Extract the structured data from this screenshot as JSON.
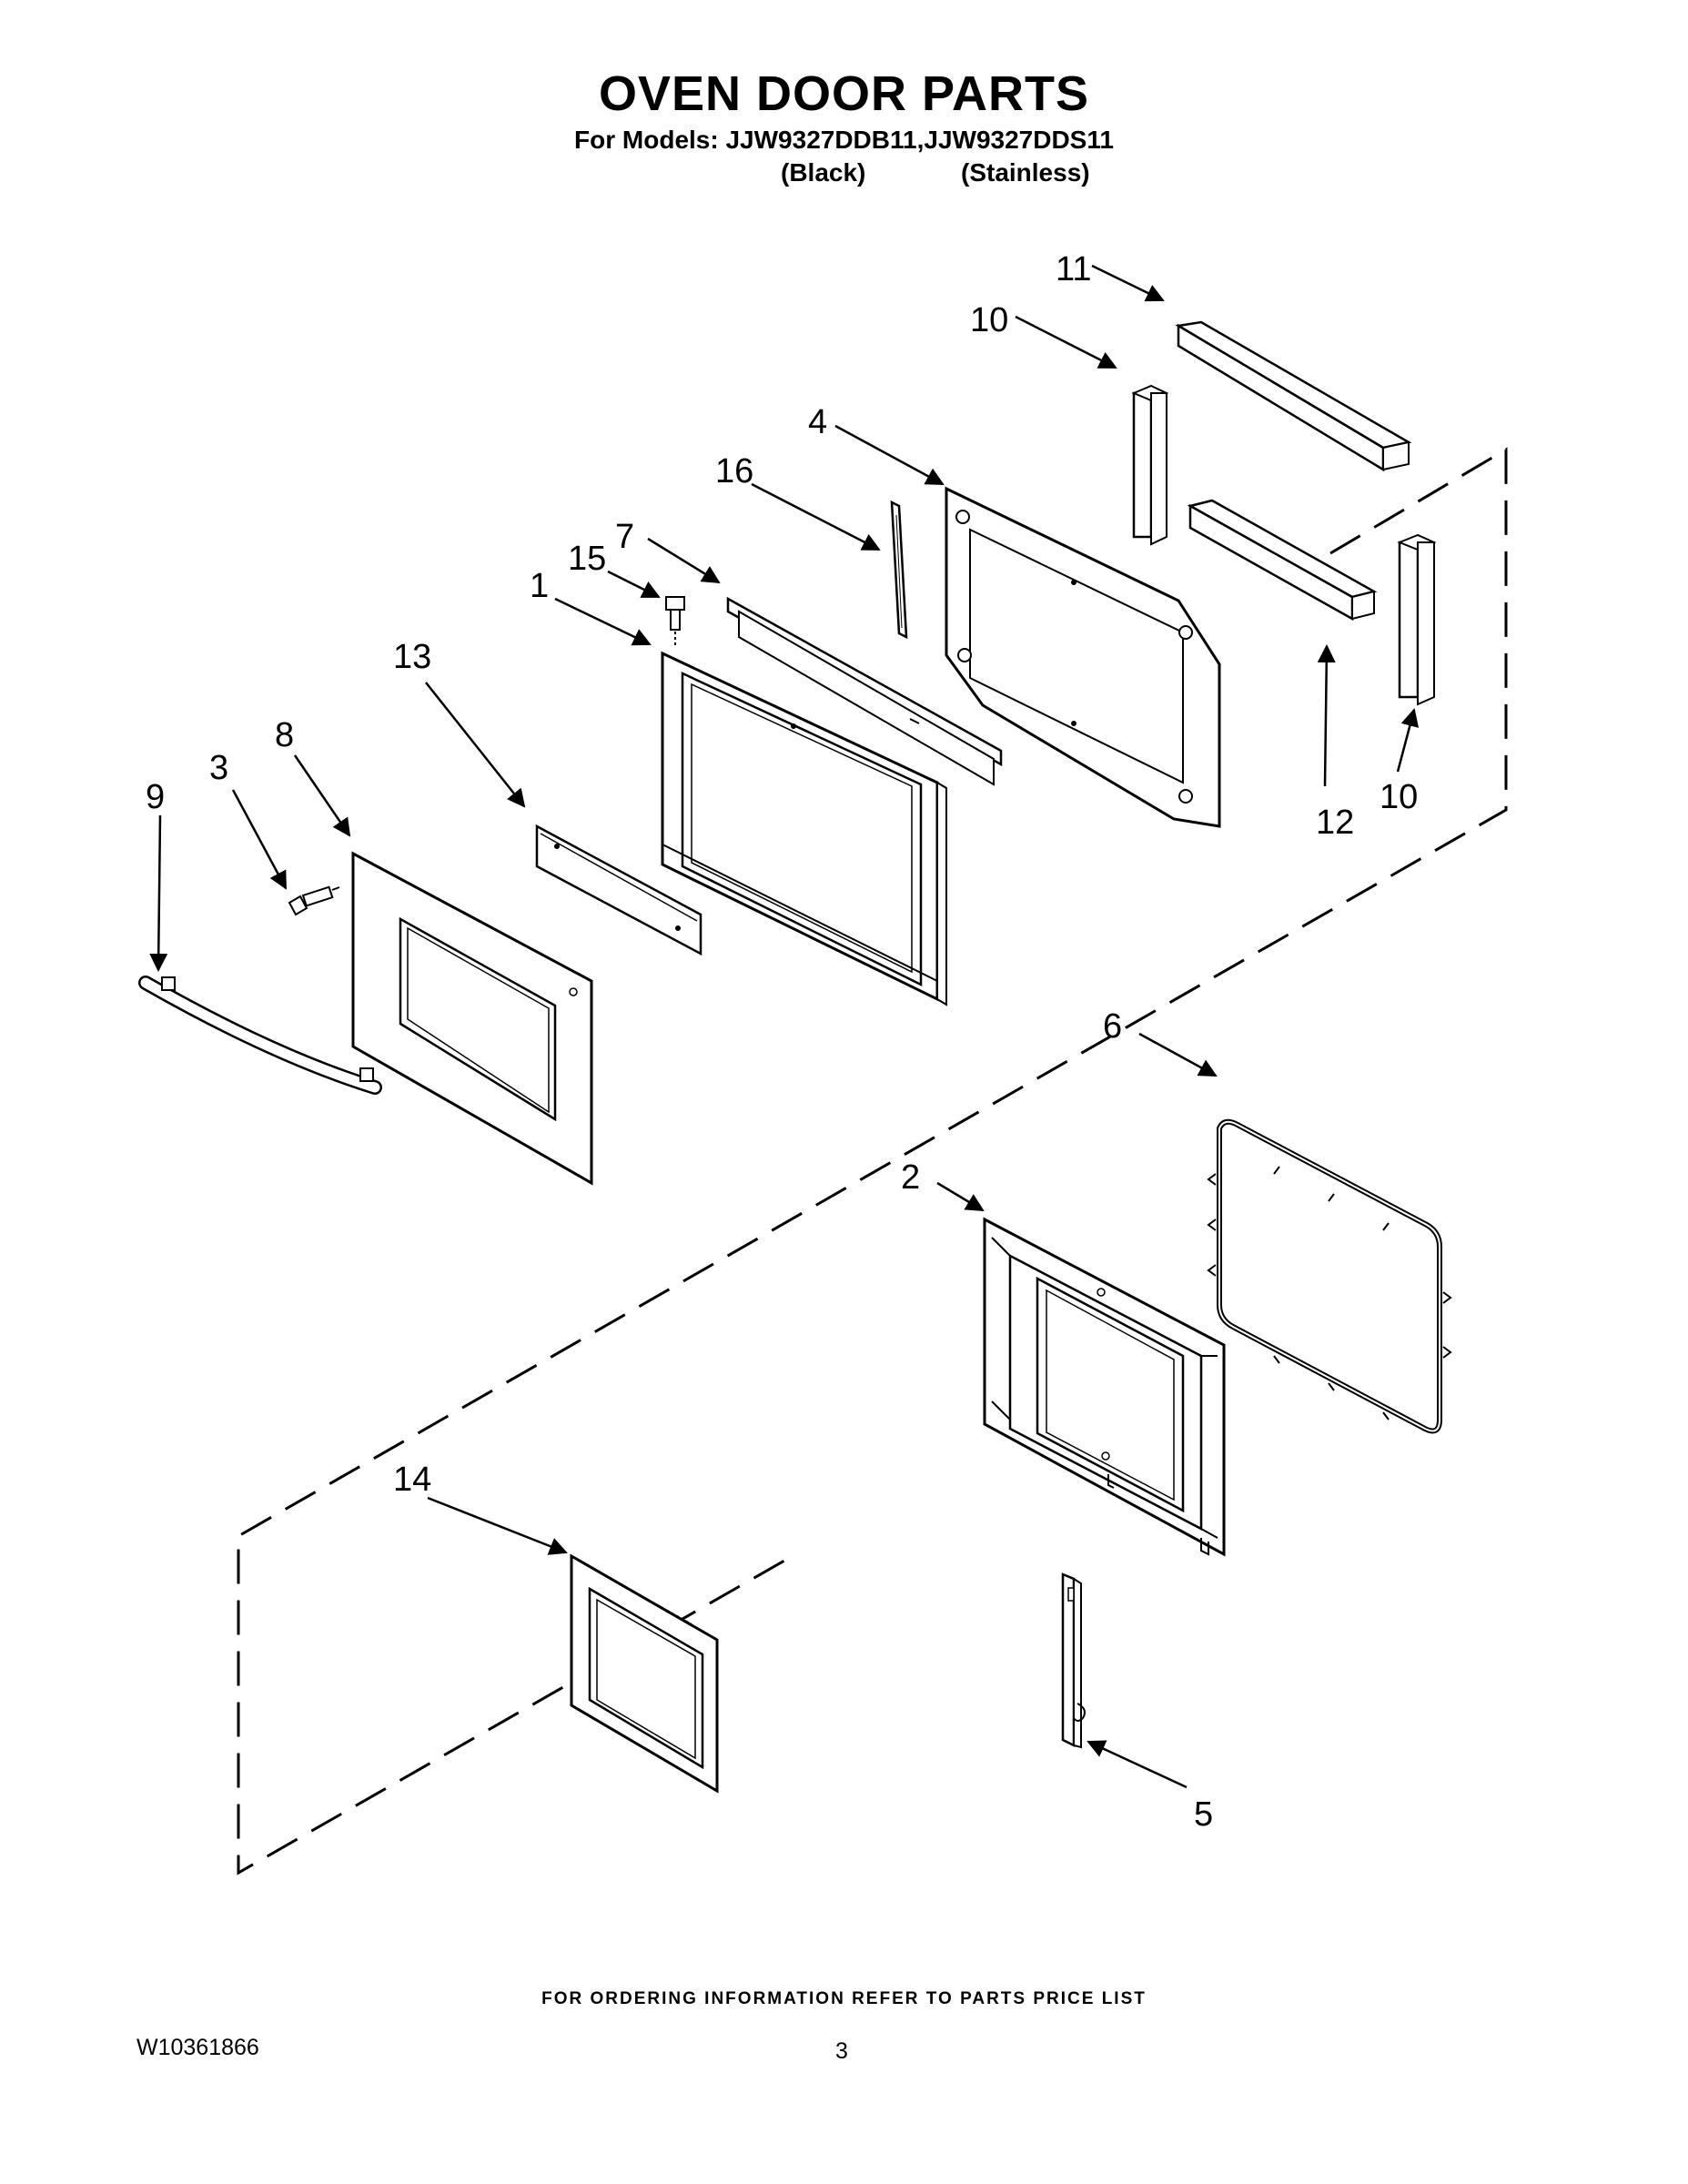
{
  "header": {
    "title": "OVEN DOOR PARTS",
    "models_line": "For Models: JJW9327DDB11,JJW9327DDS11",
    "variant_black": "(Black)",
    "variant_stainless": "(Stainless)"
  },
  "callouts": [
    "1",
    "2",
    "3",
    "4",
    "5",
    "6",
    "7",
    "8",
    "9",
    "10",
    "10",
    "11",
    "12",
    "13",
    "14",
    "15",
    "16"
  ],
  "footer": {
    "ordering_info": "FOR ORDERING INFORMATION REFER TO PARTS PRICE LIST",
    "document_number": "W10361866",
    "page_number": "3"
  }
}
